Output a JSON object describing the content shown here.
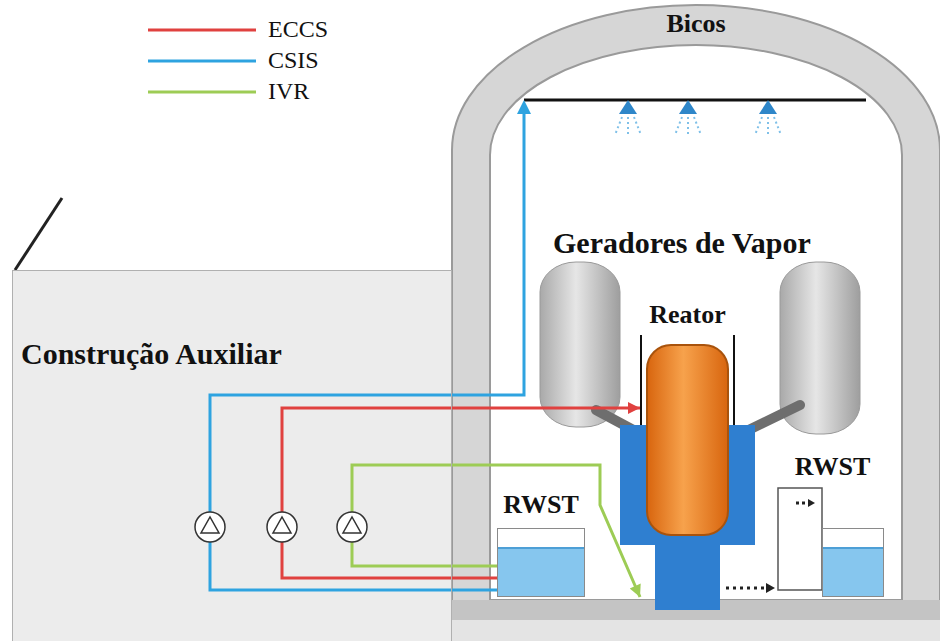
{
  "diagram": {
    "nodes": [
      {
        "text": [
          "Construção Auxiliar"
        ]
      },
      {
        "text": [
          "Reator"
        ]
      },
      {
        "text": [
          "RWST"
        ]
      },
      {
        "text": [
          "RWST"
        ]
      }
    ],
    "edges": [
      {
        "from": 2,
        "to": 1,
        "arrow": "to"
      },
      {
        "from": 2,
        "to": 1,
        "arrow": "to"
      }
    ],
    "labels": [
      "Bicos",
      "Geradores de Vapor"
    ],
    "legend": [
      {
        "text": "ECCS"
      },
      {
        "text": "CSIS"
      },
      {
        "text": "IVR"
      }
    ]
  }
}
